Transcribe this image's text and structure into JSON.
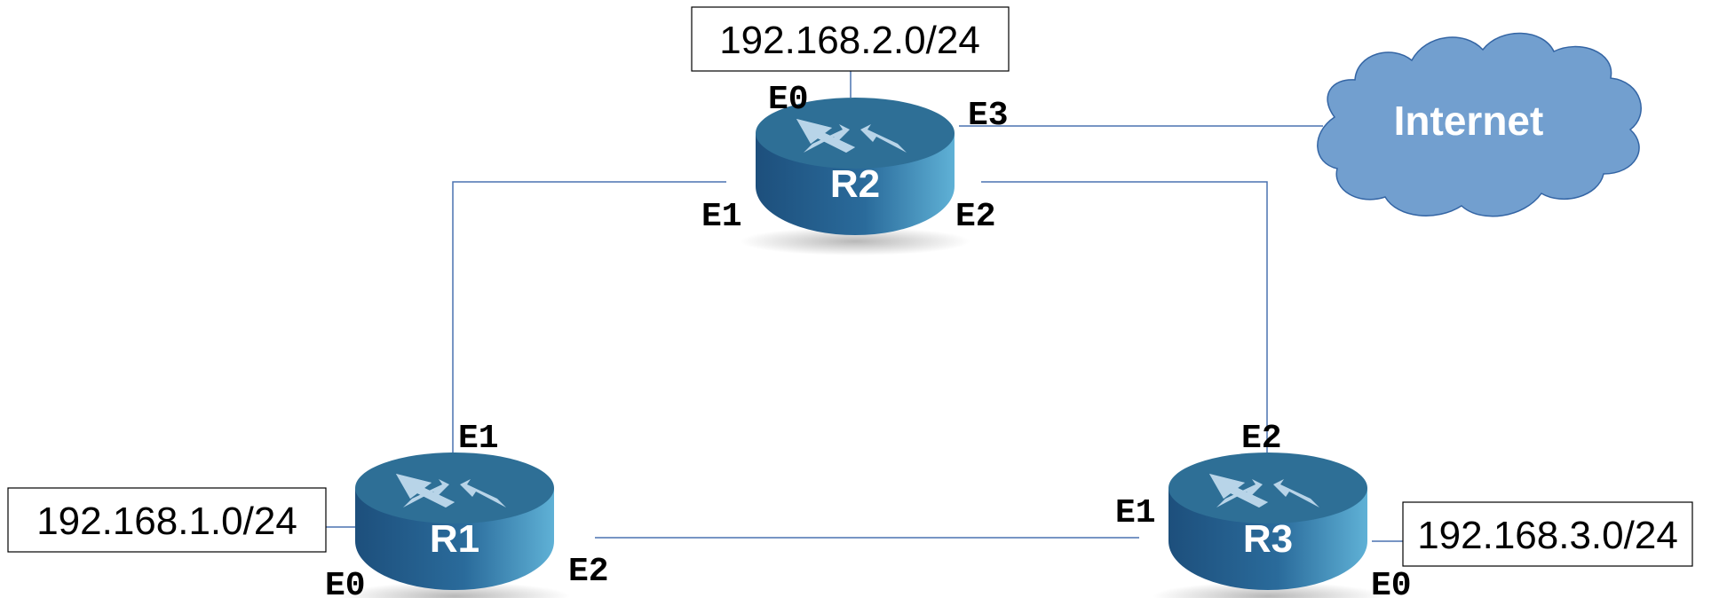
{
  "routers": {
    "r1": {
      "name": "R1"
    },
    "r2": {
      "name": "R2"
    },
    "r3": {
      "name": "R3"
    }
  },
  "networks": {
    "net1": "192.168.1.0/24",
    "net2": "192.168.2.0/24",
    "net3": "192.168.3.0/24"
  },
  "cloud": {
    "label": "Internet"
  },
  "ports": {
    "r1": {
      "e0": "E0",
      "e1": "E1",
      "e2": "E2"
    },
    "r2": {
      "e0": "E0",
      "e1": "E1",
      "e2": "E2",
      "e3": "E3"
    },
    "r3": {
      "e0": "E0",
      "e1": "E1",
      "e2": "E2"
    }
  },
  "colors": {
    "router_top": "#2e6f96",
    "router_side_dark": "#1d4f7c",
    "router_side_light": "#5fb1d6",
    "arrow": "#b8d4e8",
    "link": "#4a72b0",
    "cloud_fill": "#729fcf",
    "cloud_stroke": "#3465a4"
  }
}
